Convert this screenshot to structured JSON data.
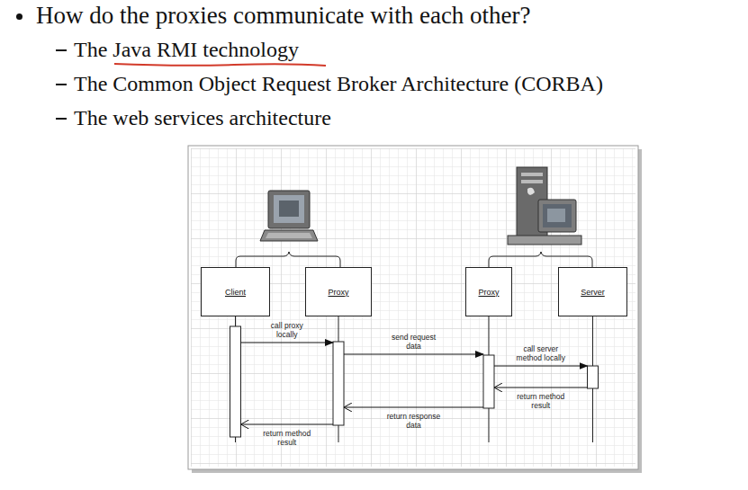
{
  "diagram": {
    "nodes": [
      {
        "text": [
          "Client"
        ]
      },
      {
        "text": [
          "Proxy"
        ]
      },
      {
        "text": [
          "Proxy"
        ]
      },
      {
        "text": [
          "Server"
        ]
      }
    ],
    "edges": [
      {
        "from": 0,
        "to": 1,
        "arrow": "to",
        "label": "call proxy locally"
      },
      {
        "from": 1,
        "to": 2,
        "arrow": "to",
        "label": "send request data"
      },
      {
        "from": 2,
        "to": 3,
        "arrow": "to",
        "label": "call server method locally"
      },
      {
        "from": 3,
        "to": 2,
        "arrow": "to",
        "label": "return method result"
      },
      {
        "from": 2,
        "to": 1,
        "arrow": "to",
        "label": "return response data"
      },
      {
        "from": 1,
        "to": 0,
        "arrow": "to",
        "label": "return method result"
      }
    ],
    "labels": [
      "How do the proxies communicate with each other?",
      "The Java RMI technology",
      "The Common Object Request Broker Architecture (CORBA)",
      "The web services architecture"
    ]
  }
}
